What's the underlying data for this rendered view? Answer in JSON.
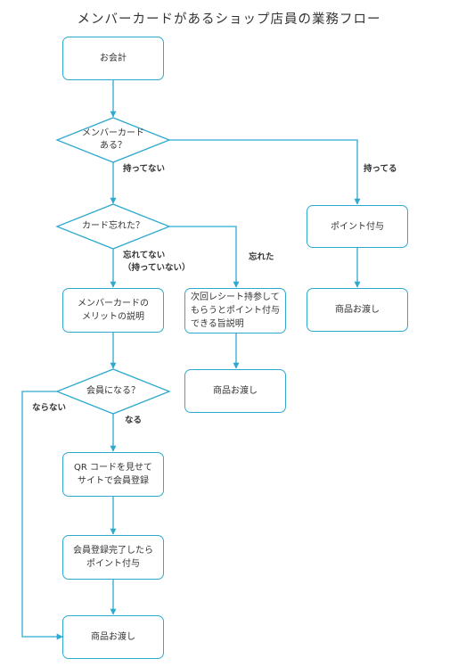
{
  "title": "メンバーカードがあるショップ店員の業務フロー",
  "nodes": {
    "checkout": "お会計",
    "has_card_q": "メンバーカード\nある？",
    "forgot_q": "カード忘れた？",
    "explain_merit": "メンバーカードの\nメリットの説明",
    "join_q": "会員になる？",
    "qr_register": "QR コードを見せて\nサイトで会員登録",
    "points_after_register": "会員登録完了したら\nポイント付与",
    "handover_main": "商品お渡し",
    "next_receipt": "次回レシート持参して\nもらうとポイント付与\nできる旨説明",
    "handover_forgot": "商品お渡し",
    "points_has_card": "ポイント付与",
    "handover_has_card": "商品お渡し"
  },
  "edge_labels": {
    "no_card": "持ってない",
    "has_card": "持ってる",
    "not_forgot": "忘れてない\n（持っていない）",
    "forgot": "忘れた",
    "join_yes": "なる",
    "join_no": "ならない"
  },
  "colors": {
    "line": "#2fa9cf",
    "text": "#333333"
  }
}
